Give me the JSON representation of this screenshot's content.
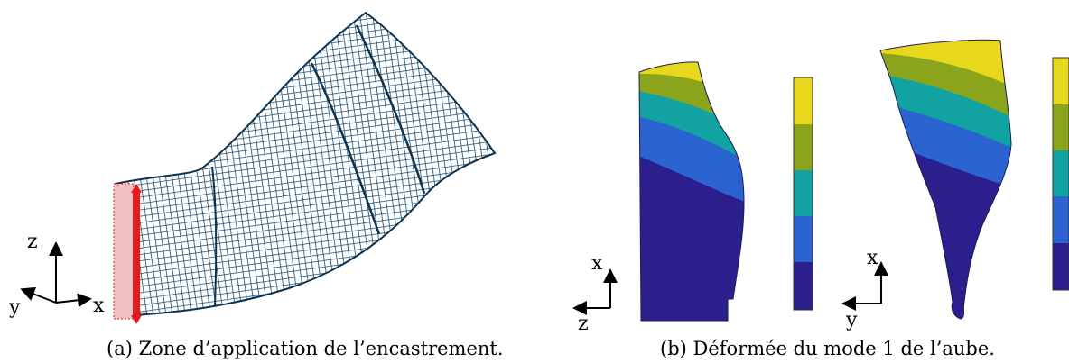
{
  "figure": {
    "panel_a": {
      "caption": "(a) Zone d’application de l’encastrement.",
      "axes": {
        "z": "z",
        "y": "y",
        "x": "x"
      },
      "mesh_color": "#1b4a6b",
      "constraint_color": "#e31b1b"
    },
    "panel_b": {
      "caption": "(b) Déformée du mode 1 de l’aube.",
      "view1_axes": {
        "x": "x",
        "z": "z"
      },
      "view2_axes": {
        "x": "x",
        "y": "y"
      },
      "colormap": [
        "#2a1f8c",
        "#2b63d0",
        "#12a2a2",
        "#8aa51c",
        "#e7d81e"
      ],
      "colormap_order": "bottom-to-top"
    }
  }
}
